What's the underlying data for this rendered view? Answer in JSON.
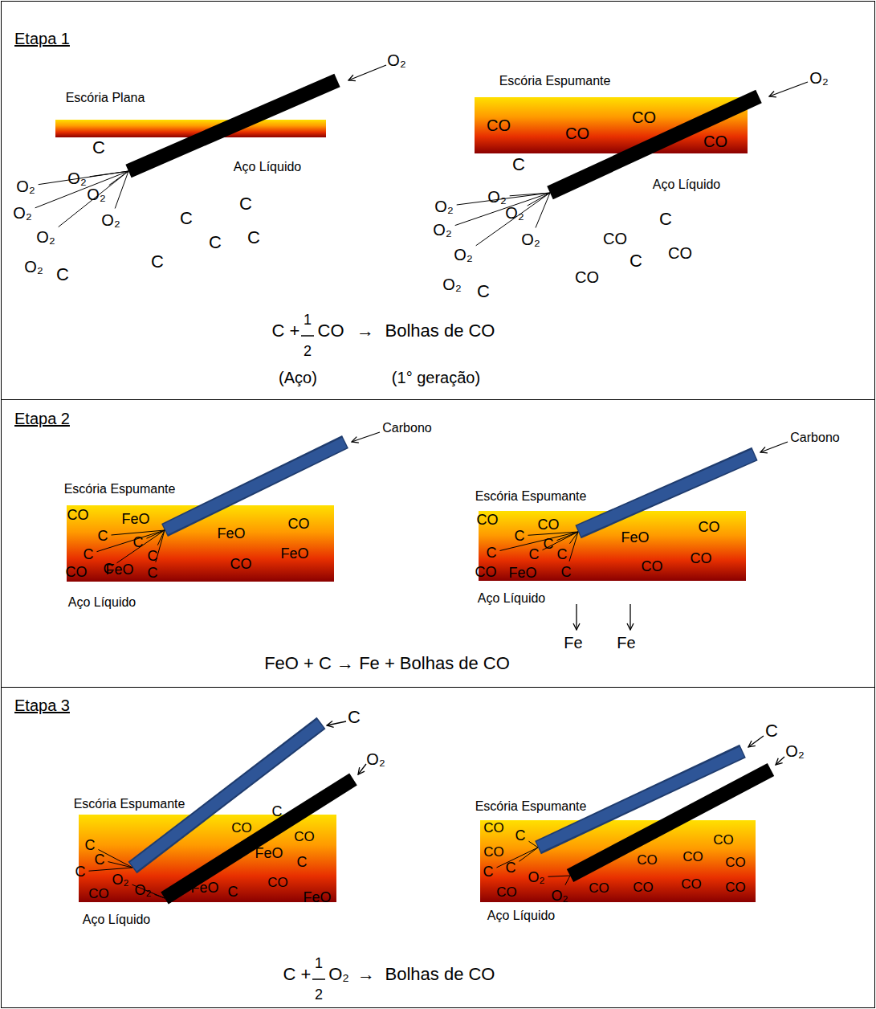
{
  "diagram": {
    "nodes": [
      {
        "text": [
          "Etapa 1"
        ]
      },
      {
        "text": [
          "Escória Plana"
        ],
        "in": 0
      },
      {
        "text": [
          "Escória Espumante"
        ],
        "in": 0
      },
      {
        "text": [
          "CO"
        ],
        "in": 2
      },
      {
        "text": [
          "CO"
        ],
        "in": 2
      },
      {
        "text": [
          "CO"
        ],
        "in": 2
      },
      {
        "text": [
          "CO"
        ],
        "in": 2
      },
      {
        "text": [
          "CO"
        ],
        "in": 0
      },
      {
        "text": [
          "CO"
        ],
        "in": 0
      },
      {
        "text": [
          "CO"
        ],
        "in": 0
      },
      {
        "text": [
          "Etapa 2"
        ]
      },
      {
        "text": [
          "Escória Espumante"
        ],
        "in": 10
      },
      {
        "text": [
          "FeO"
        ],
        "in": 11
      },
      {
        "text": [
          "FeO"
        ],
        "in": 11
      },
      {
        "text": [
          "FeO"
        ],
        "in": 11
      },
      {
        "text": [
          "FeO"
        ],
        "in": 11
      },
      {
        "text": [
          "Escória Espumante"
        ],
        "in": 10
      },
      {
        "text": [
          "FeO"
        ],
        "in": 16
      },
      {
        "text": [
          "FeO"
        ],
        "in": 16
      },
      {
        "text": [
          "Etapa 3"
        ]
      },
      {
        "text": [
          "Escória Espumante"
        ],
        "in": 19
      },
      {
        "text": [
          "CO"
        ],
        "in": 20
      },
      {
        "text": [
          "CO"
        ],
        "in": 20
      },
      {
        "text": [
          "CO"
        ],
        "in": 20
      },
      {
        "text": [
          "CO"
        ],
        "in": 20
      },
      {
        "text": [
          "Escória Espumante"
        ],
        "in": 19
      },
      {
        "text": [
          "CO"
        ],
        "in": 25
      },
      {
        "text": [
          "CO"
        ],
        "in": 25
      },
      {
        "text": [
          "CO"
        ],
        "in": 25
      },
      {
        "text": [
          "CO"
        ],
        "in": 25
      },
      {
        "text": [
          "CO"
        ],
        "in": 25
      },
      {
        "text": [
          "CO"
        ],
        "in": 25
      },
      {
        "text": [
          "CO"
        ],
        "in": 25
      },
      {
        "text": [
          "CO"
        ],
        "in": 25
      },
      {
        "text": [
          "CO"
        ],
        "in": 25
      },
      {
        "text": [
          "CO"
        ],
        "in": 25
      },
      {
        "text": [
          "CO"
        ],
        "in": 25
      }
    ],
    "labels": [
      "O₂",
      "C",
      "Aço Líquido",
      "O₂",
      "O₂",
      "O₂",
      "O₂",
      "O₂",
      "O₂",
      "O₂",
      "C",
      "C",
      "C",
      "C",
      "C",
      "C",
      "O₂",
      "C",
      "Aço Líquido",
      "O₂",
      "O₂",
      "O₂",
      "O₂",
      "O₂",
      "O₂",
      "O₂",
      "C",
      "C",
      "C",
      "C +",
      "1",
      "2",
      "CO",
      "→",
      "Bolhas de CO",
      "(Aço)",
      "(1° geração)",
      "Carbono",
      "C",
      "C",
      "C",
      "C",
      "C",
      "C",
      "CO",
      "CO",
      "CO",
      "CO",
      "Aço Líquido",
      "Carbono",
      "CO",
      "CO",
      "CO",
      "CO",
      "CO",
      "CO",
      "C",
      "C",
      "C",
      "C",
      "C",
      "C",
      "Aço Líquido",
      "Fe",
      "Fe",
      "FeO + C → Fe + Bolhas de CO",
      "C",
      "O₂",
      "C",
      "C",
      "C",
      "C",
      "C",
      "C",
      "O₂",
      "O₂",
      "FeO",
      "FeO",
      "FeO",
      "Aço Líquido",
      "C",
      "O₂",
      "C",
      "C",
      "C",
      "O₂",
      "O₂",
      "Aço Líquido",
      "C +",
      "1",
      "2",
      "O₂",
      "→",
      "Bolhas de CO"
    ]
  }
}
